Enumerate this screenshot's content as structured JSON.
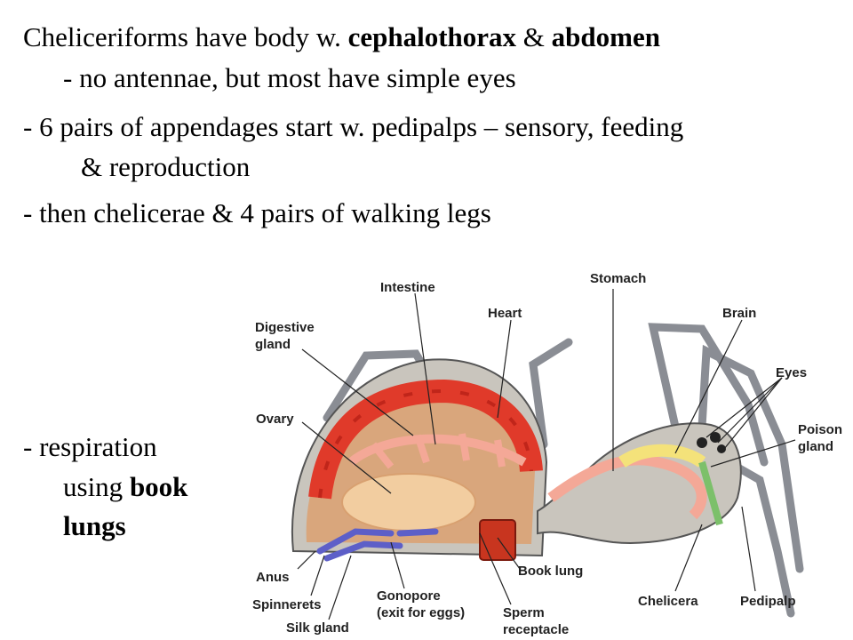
{
  "slide": {
    "line1_pre": "Cheliceriforms have body w. ",
    "line1_b1": "cephalothorax",
    "line1_mid": " & ",
    "line1_b2": "abdomen",
    "line2": "- no antennae, but most have simple eyes",
    "line3": "- 6 pairs of appendages start w. pedipalps – sensory, feeding",
    "line4": "& reproduction",
    "line5": "- then chelicerae & 4 pairs of walking legs",
    "resp1": "- respiration",
    "resp2_pre": "using ",
    "resp2_b": "book",
    "resp3_b": "lungs"
  },
  "figure": {
    "labels": {
      "intestine": "Intestine",
      "stomach": "Stomach",
      "digestive_gland_1": "Digestive",
      "digestive_gland_2": "gland",
      "heart": "Heart",
      "brain": "Brain",
      "eyes": "Eyes",
      "ovary": "Ovary",
      "poison_gland_1": "Poison",
      "poison_gland_2": "gland",
      "anus": "Anus",
      "book_lung": "Book lung",
      "spinnerets": "Spinnerets",
      "gonopore_1": "Gonopore",
      "gonopore_2": "(exit for eggs)",
      "sperm_receptacle_1": "Sperm",
      "sperm_receptacle_2": "receptacle",
      "chelicera": "Chelicera",
      "pedipalp": "Pedipalp",
      "silk_gland": "Silk gland"
    }
  }
}
